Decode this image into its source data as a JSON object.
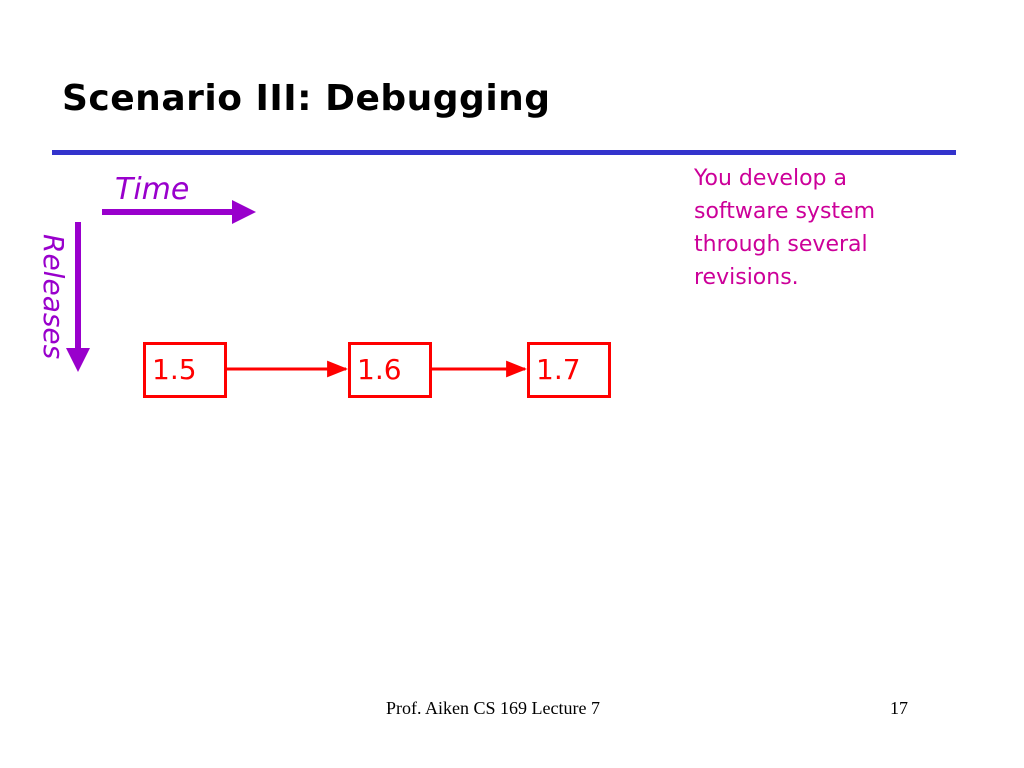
{
  "slide": {
    "title": "Scenario III: Debugging",
    "time_label": "Time",
    "releases_label": "Releases",
    "description": [
      "You develop a",
      "software system",
      "through several",
      "revisions."
    ],
    "revisions": [
      "1.5",
      "1.6",
      "1.7"
    ],
    "footer_center": "Prof. Aiken  CS 169  Lecture 7",
    "page_number": "17"
  },
  "colors": {
    "rule": "#3333cc",
    "axis_arrows": "#9900cc",
    "description_text": "#cc0099",
    "boxes": "#ff0000"
  }
}
